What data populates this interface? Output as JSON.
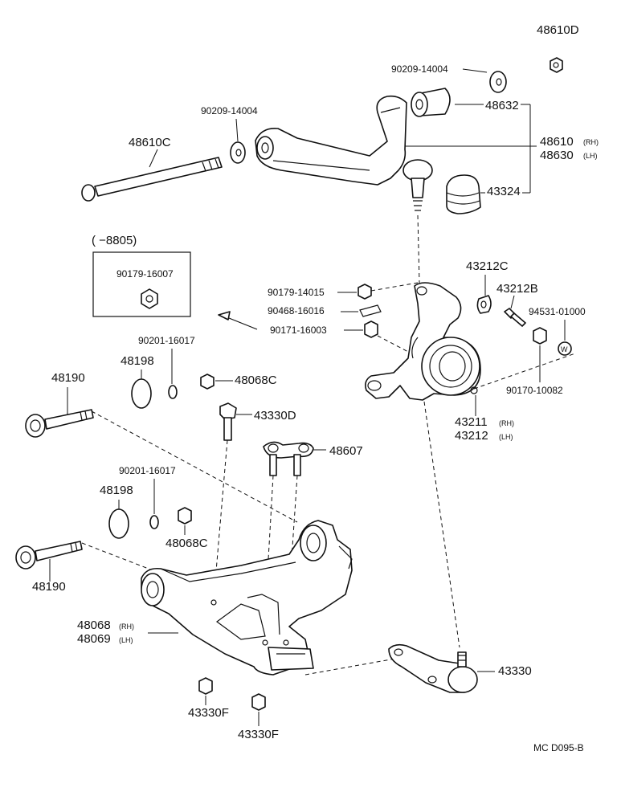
{
  "labels": {
    "p48610D": "48610D",
    "p90209_14004_a": "90209-14004",
    "p48632": "48632",
    "p90209_14004_b": "90209-14004",
    "p48610C": "48610C",
    "p48610": "48610",
    "p48610_suffix": "(RH)",
    "p48630": "48630",
    "p48630_suffix": "(LH)",
    "p43324": "43324",
    "date_range": "(      −8805)",
    "p90179_16007": "90179-16007",
    "p43212C": "43212C",
    "p43212B": "43212B",
    "p90179_14015": "90179-14015",
    "p90468_16016": "90468-16016",
    "p94531_01000": "94531-01000",
    "p90171_16003": "90171-16003",
    "p90201_16017_a": "90201-16017",
    "p48198_a": "48198",
    "p48068C_a": "48068C",
    "p48190_a": "48190",
    "p90170_10082": "90170-10082",
    "p43211": "43211",
    "p43211_suffix": "(RH)",
    "p43212": "43212",
    "p43212_suffix": "(LH)",
    "p43330D": "43330D",
    "p48607": "48607",
    "p90201_16017_b": "90201-16017",
    "p48198_b": "48198",
    "p48068C_b": "48068C",
    "p48190_b": "48190",
    "p48068": "48068",
    "p48068_suffix": "(RH)",
    "p48069": "48069",
    "p48069_suffix": "(LH)",
    "p43330": "43330",
    "p43330F_a": "43330F",
    "p43330F_b": "43330F",
    "washer_mark": "W",
    "drawing_code": "MC  D095-B"
  }
}
